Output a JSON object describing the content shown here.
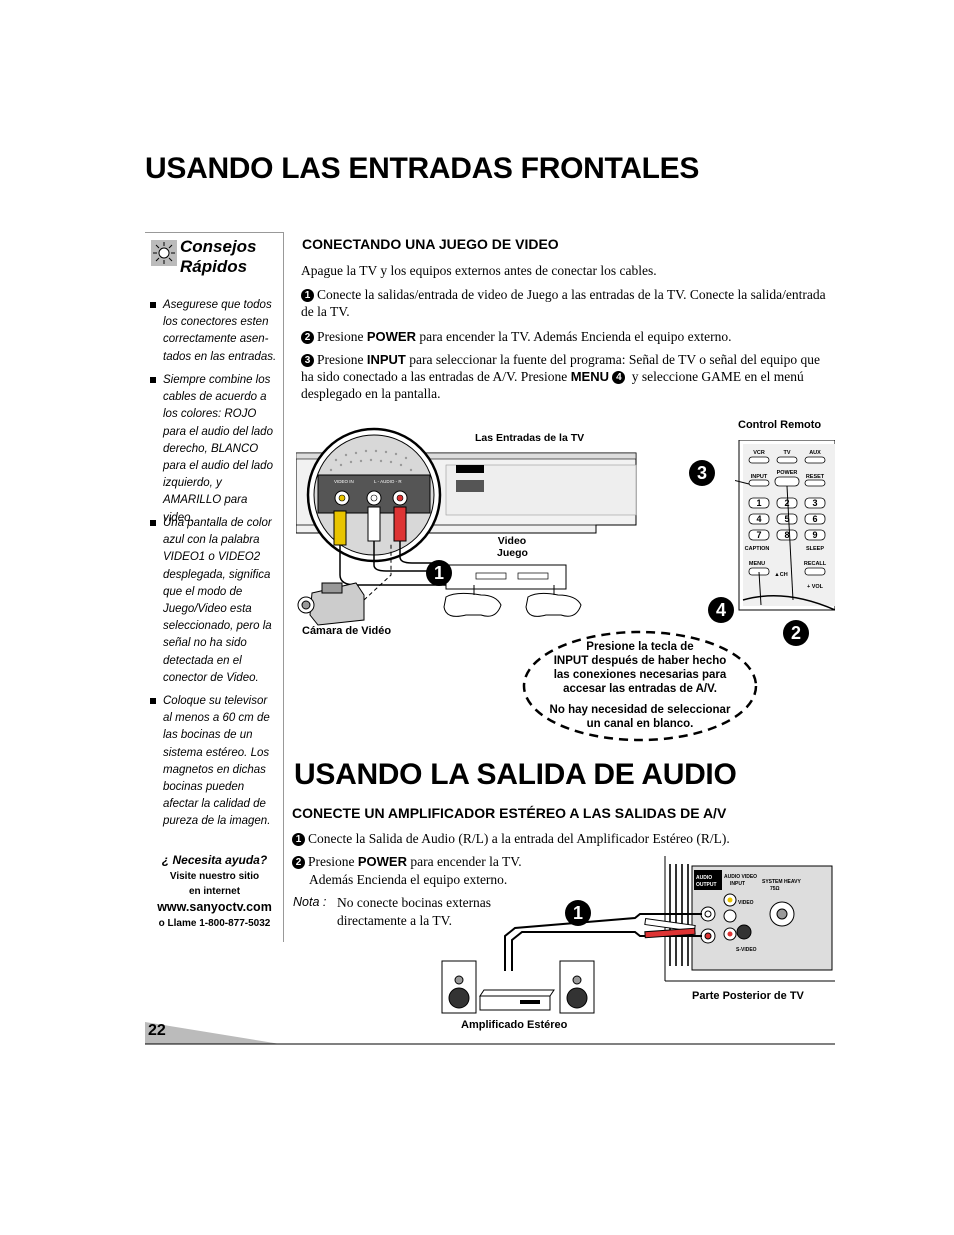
{
  "page": {
    "title_front": "USANDO LAS ENTRADAS FRONTALES",
    "title_audio": "USANDO LA SALIDA DE AUDIO",
    "page_number": "22"
  },
  "tips": {
    "title_line1": "Consejos",
    "title_line2": "Rápidos",
    "items": [
      "Asegurese que todos los conectores esten correctamente asen-tados en las entradas.",
      "Siempre combine los cables de acuerdo a los colores: ROJO para el audio del lado derecho, BLANCO para el audio del lado izquierdo, y AMARILLO para video.",
      "Una pantalla de color azul con la palabra VIDEO1 o VIDEO2 desplegada, significa que el modo de Juego/Video esta seleccionado, pero la señal no ha sido detectada en el conector de Video.",
      "Coloque su televisor al menos a 60 cm de las bocinas de un sistema estéreo. Los magnetos en dichas bocinas pueden afectar la calidad de pureza de la imagen."
    ],
    "help_question": "¿ Necesita ayuda?",
    "help_line1": "Visite nuestro sitio",
    "help_line2": "en internet",
    "help_url": "www.sanyoctv.com",
    "help_phone": "o Llame 1-800-877-5032"
  },
  "front": {
    "subtitle": "CONECTANDO UNA JUEGO DE VIDEO",
    "intro": "Apague la TV y los equipos externos antes de conectar los cables.",
    "step1_num": "1",
    "step1": "Conecte la salidas/entrada de video de Juego a las entradas de la TV. Conecte la salida/entrada de la TV.",
    "step2_num": "2",
    "step2_pre": "Presione",
    "step2_kw": "POWER",
    "step2_post": "para encender la TV.  Además Encienda el equipo externo.",
    "step3_num": "3",
    "step3_pre": "Presione",
    "step3_kw": "INPUT",
    "step3_mid": "para seleccionar la fuente del programa: Señal de TV o señal del equipo que ha sido conectado a las entradas de A/V. Presione",
    "step3_kw2": "MENU",
    "step3_num2": "4",
    "step3_post": "y seleccione GAME en el menú desplegado en la pantalla."
  },
  "diagram1": {
    "label_inputs": "Las Entradas de la TV",
    "label_remote": "Control Remoto",
    "label_game_1": "Video",
    "label_game_2": "Juego",
    "label_camera": "Cámara de Vidéo",
    "callout_1": "1",
    "callout_2": "2",
    "callout_3": "3",
    "callout_4": "4",
    "panel_video": "VIDEO IN",
    "panel_audio": "L - AUDIO - R",
    "remote_vcr": "VCR",
    "remote_tv": "TV",
    "remote_aux": "AUX",
    "remote_input": "INPUT",
    "remote_power": "POWER",
    "remote_reset": "RESET",
    "remote_caption": "CAPTION",
    "remote_sleep": "SLEEP",
    "remote_menu": "MENU",
    "remote_recall": "RECALL",
    "remote_vol": "+ VOL",
    "remote_ch": "▲CH",
    "remote_keys": [
      "1",
      "2",
      "3",
      "4",
      "5",
      "6",
      "7",
      "8",
      "9"
    ],
    "note_line1": "Presione la tecla de",
    "note_line2": "INPUT después de haber hecho",
    "note_line3": "las conexiones necesarias para",
    "note_line4": "accesar las entradas de A/V.",
    "note_line5": "No hay necesidad de seleccionar",
    "note_line6": "un canal en blanco."
  },
  "audio": {
    "subtitle": "CONECTE UN AMPLIFICADOR ESTÉREO A LAS SALIDAS DE A/V",
    "step1_num": "1",
    "step1": "Conecte la Salida de Audio (R/L)  a la entrada del Amplificador Estéreo (R/L).",
    "step2_num": "2",
    "step2_pre": "Presione",
    "step2_kw": "POWER",
    "step2_post": "para encender la TV.",
    "step2_line2": "Además Encienda el equipo externo.",
    "note_label": "Nota :",
    "note_line1": "No conecte bocinas externas",
    "note_line2": "directamente a la TV."
  },
  "diagram2": {
    "callout_1": "1",
    "label_rear": "Parte Posterior de TV",
    "label_amp": "Amplificado Estéreo",
    "panel_audio_output_1": "AUDIO",
    "panel_audio_output_2": "OUTPUT",
    "panel_av_input_1": "AUDIO VIDEO",
    "panel_av_input_2": "INPUT",
    "panel_antenna_1": "SYSTEM HEAVY",
    "panel_antenna_2": "75Ω",
    "panel_video": "VIDEO",
    "panel_svideo": "S-VIDEO"
  }
}
